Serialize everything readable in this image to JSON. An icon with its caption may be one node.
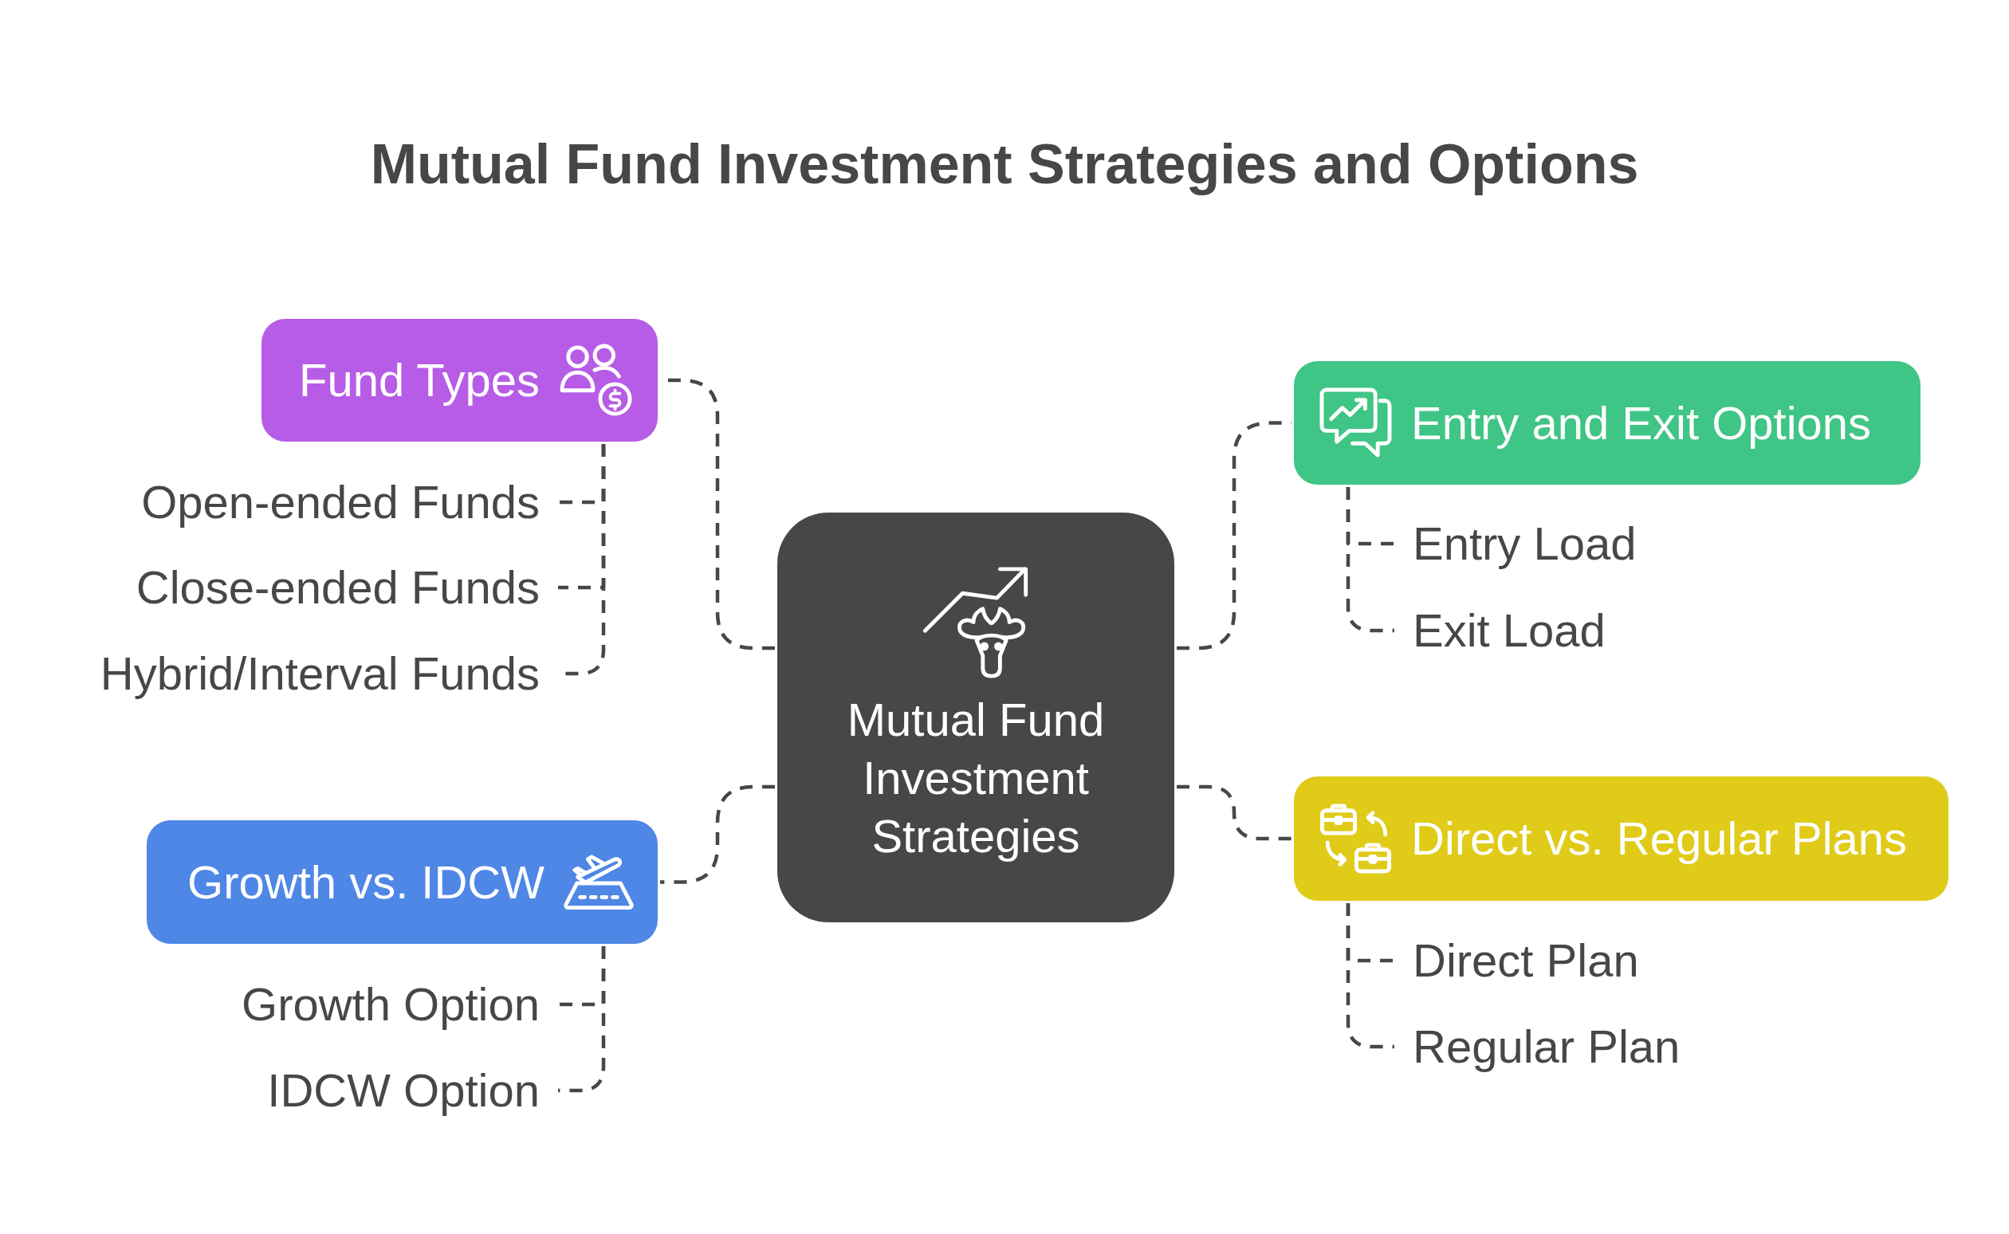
{
  "diagram": {
    "title": "Mutual Fund Investment Strategies and Options",
    "nodes": [
      {
        "text": [
          "Mutual Fund Investment Strategies"
        ]
      },
      {
        "text": [
          "Fund Types"
        ]
      },
      {
        "text": [
          "Open-ended Funds"
        ]
      },
      {
        "text": [
          "Close-ended Funds"
        ]
      },
      {
        "text": [
          "Hybrid/Interval Funds"
        ]
      },
      {
        "text": [
          "Entry and Exit Options"
        ]
      },
      {
        "text": [
          "Entry Load"
        ]
      },
      {
        "text": [
          "Exit Load"
        ]
      },
      {
        "text": [
          "Growth vs. IDCW"
        ]
      },
      {
        "text": [
          "Growth Option"
        ]
      },
      {
        "text": [
          "IDCW Option"
        ]
      },
      {
        "text": [
          "Direct vs. Regular Plans"
        ]
      },
      {
        "text": [
          "Direct Plan"
        ]
      },
      {
        "text": [
          "Regular Plan"
        ]
      }
    ],
    "edges": [
      {
        "from": 0,
        "to": 1,
        "arrow": "none",
        "style": "dashed"
      },
      {
        "from": 0,
        "to": 5,
        "arrow": "none",
        "style": "dashed"
      },
      {
        "from": 0,
        "to": 8,
        "arrow": "none",
        "style": "dashed"
      },
      {
        "from": 0,
        "to": 11,
        "arrow": "none",
        "style": "dashed"
      },
      {
        "from": 1,
        "to": 2,
        "arrow": "none",
        "style": "dashed"
      },
      {
        "from": 1,
        "to": 3,
        "arrow": "none",
        "style": "dashed"
      },
      {
        "from": 1,
        "to": 4,
        "arrow": "none",
        "style": "dashed"
      },
      {
        "from": 5,
        "to": 6,
        "arrow": "none",
        "style": "dashed"
      },
      {
        "from": 5,
        "to": 7,
        "arrow": "none",
        "style": "dashed"
      },
      {
        "from": 8,
        "to": 9,
        "arrow": "none",
        "style": "dashed"
      },
      {
        "from": 8,
        "to": 10,
        "arrow": "none",
        "style": "dashed"
      },
      {
        "from": 11,
        "to": 12,
        "arrow": "none",
        "style": "dashed"
      },
      {
        "from": 11,
        "to": 13,
        "arrow": "none",
        "style": "dashed"
      }
    ]
  }
}
